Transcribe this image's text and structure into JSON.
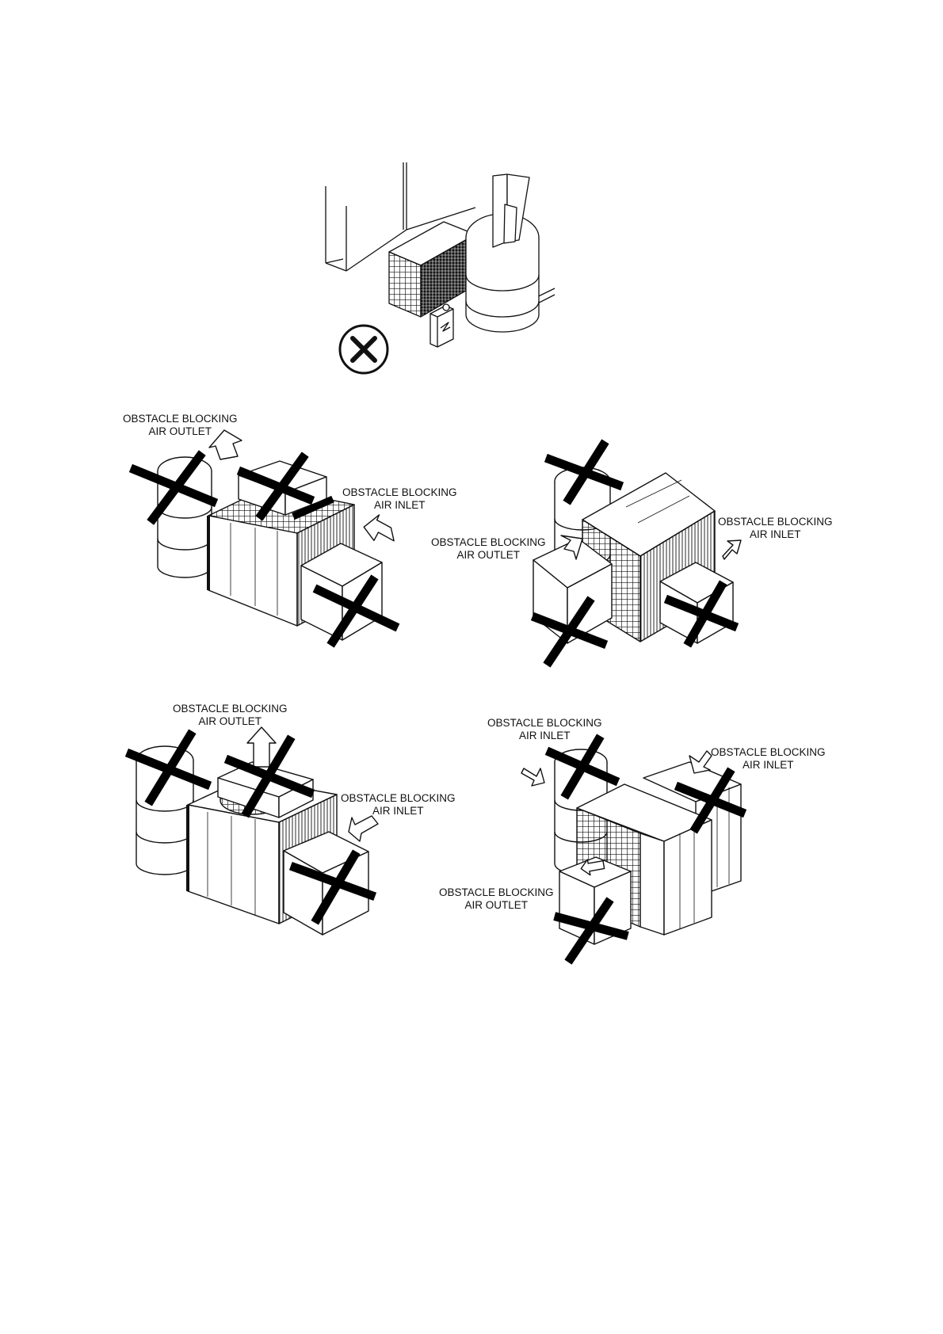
{
  "labels": {
    "o1": "OBSTACLE BLOCKING",
    "o2": "AIR OUTLET",
    "i1": "OBSTACLE BLOCKING",
    "i2": "AIR INLET"
  },
  "colors": {
    "ink": "#111111",
    "paper": "#ffffff",
    "cross": "#000000"
  },
  "icons": [
    "prohibited-icon",
    "cross-mark-icon",
    "airflow-arrow-icon"
  ]
}
